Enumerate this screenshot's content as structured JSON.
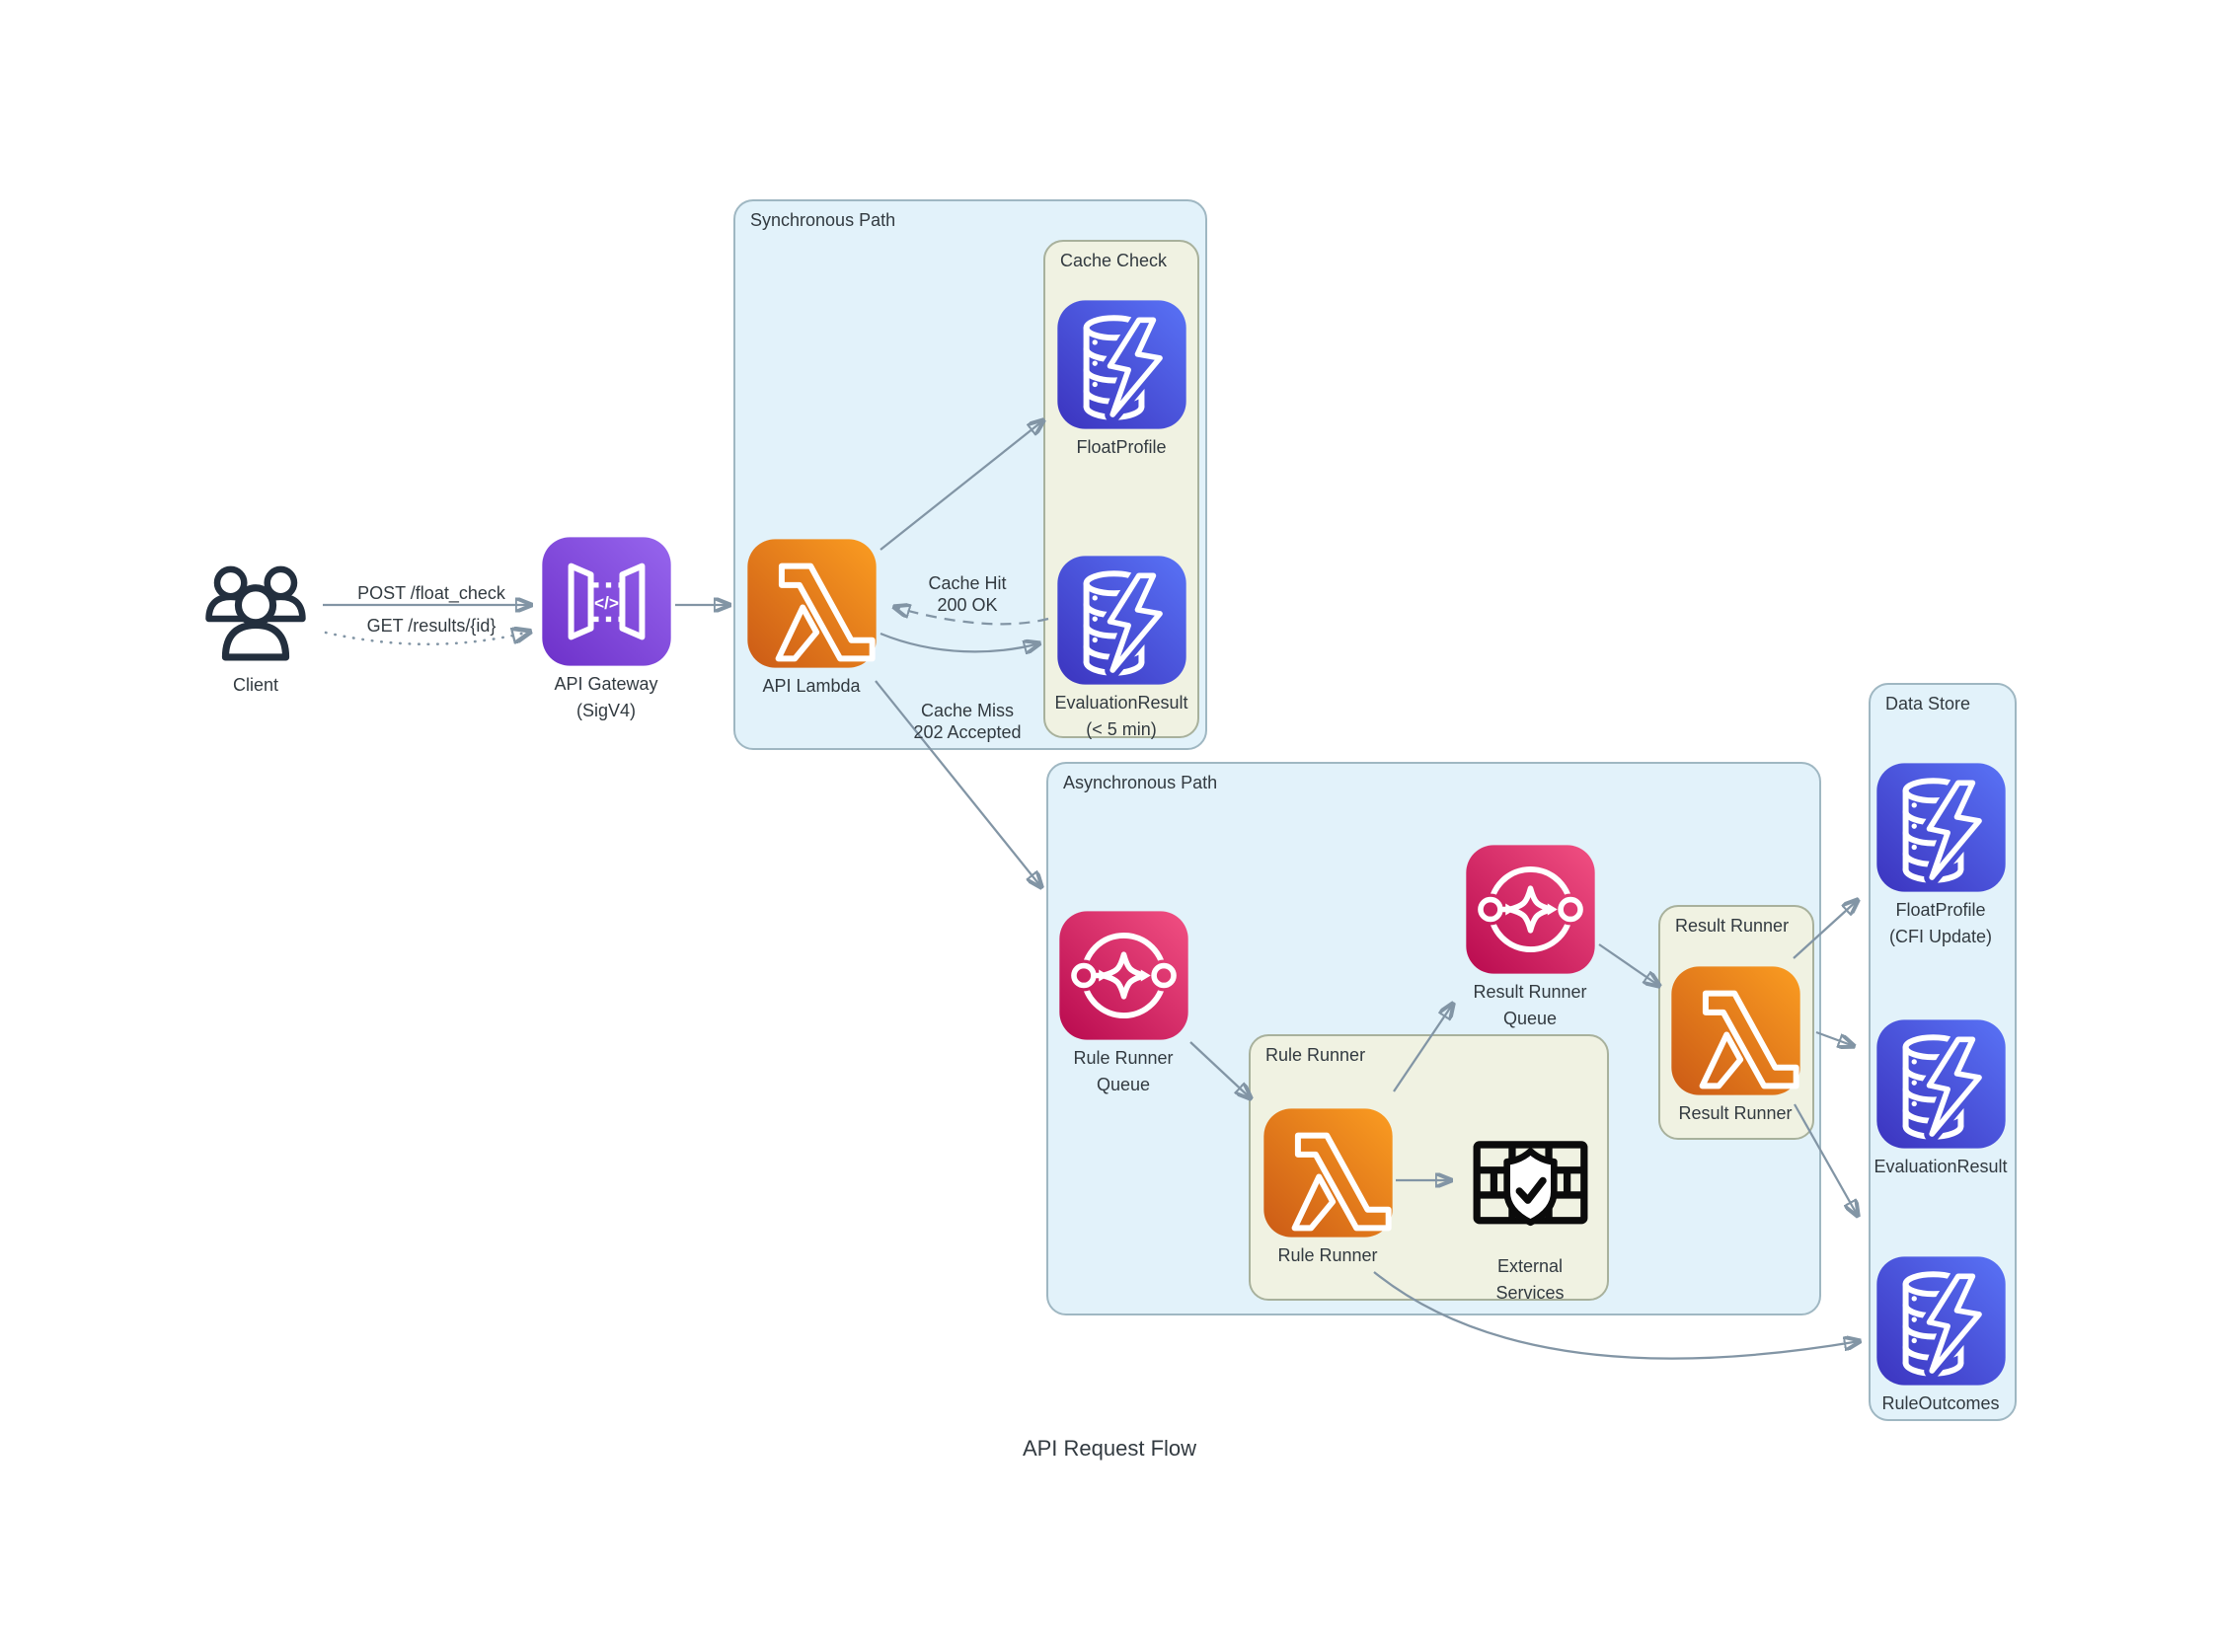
{
  "title": "API Request Flow",
  "colors": {
    "lambda0": "#cb5a16",
    "lambda1": "#fb9d21",
    "dynamo0": "#3b33be",
    "dynamo1": "#5973f6",
    "sqs0": "#b8094e",
    "sqs1": "#f25183",
    "gateway0": "#6d30c9",
    "gateway1": "#9766ee",
    "zone_blue": "#e2f2fa",
    "zone_blue_border": "#9fb7c2",
    "zone_green": "#f0f2e2",
    "zone_green_border": "#a8b19c",
    "arrow": "#8295a5",
    "text": "#323a40",
    "client_ink": "#232f3e",
    "external_ink": "#0b0b0b"
  },
  "containers": {
    "synchronous": "Synchronous Path",
    "cache_check": "Cache Check",
    "asynchronous": "Asynchronous Path",
    "rule_runner": "Rule Runner",
    "result_runner": "Result Runner",
    "data_store": "Data Store"
  },
  "nodes": {
    "client": {
      "label": "Client",
      "icon": "users-icon"
    },
    "api_gateway": {
      "label": "API Gateway",
      "sublabel": "(SigV4)",
      "icon": "api-gateway-icon",
      "icon_glyph": "</>"
    },
    "api_lambda": {
      "label": "API Lambda",
      "icon": "aws-lambda-icon"
    },
    "cache_floatprofile": {
      "label": "FloatProfile",
      "icon": "dynamodb-table-icon"
    },
    "cache_evaluationresult": {
      "label": "EvaluationResult",
      "sublabel": "(< 5 min)",
      "icon": "dynamodb-table-icon"
    },
    "rule_runner_queue": {
      "label": "Rule Runner",
      "sublabel": "Queue",
      "icon": "sqs-queue-icon"
    },
    "rule_runner_lambda": {
      "label": "Rule Runner",
      "icon": "aws-lambda-icon"
    },
    "external_services": {
      "label": "External",
      "sublabel": "Services",
      "icon": "firewall-shield-icon"
    },
    "result_runner_queue": {
      "label": "Result Runner",
      "sublabel": "Queue",
      "icon": "sqs-queue-icon"
    },
    "result_runner_lambda": {
      "label": "Result Runner",
      "icon": "aws-lambda-icon"
    },
    "ds_floatprofile": {
      "label": "FloatProfile",
      "sublabel": "(CFI Update)",
      "icon": "dynamodb-table-icon"
    },
    "ds_evaluationresult": {
      "label": "EvaluationResult",
      "icon": "dynamodb-table-icon"
    },
    "ds_ruleoutcomes": {
      "label": "RuleOutcomes",
      "icon": "dynamodb-table-icon"
    }
  },
  "edge_labels": {
    "post": "POST /float_check",
    "get": "GET /results/{id}",
    "cache_hit_1": "Cache Hit",
    "cache_hit_2": "200 OK",
    "cache_miss_1": "Cache Miss",
    "cache_miss_2": "202 Accepted"
  },
  "edges": [
    {
      "from": "client",
      "to": "api_gateway",
      "label": "POST /float_check",
      "style": "solid"
    },
    {
      "from": "client",
      "to": "api_gateway",
      "label": "GET /results/{id}",
      "style": "dotted"
    },
    {
      "from": "api_gateway",
      "to": "api_lambda",
      "label": "",
      "style": "solid"
    },
    {
      "from": "api_lambda",
      "to": "cache_floatprofile",
      "label": "",
      "style": "solid"
    },
    {
      "from": "cache_evaluationresult",
      "to": "api_lambda",
      "label": "Cache Hit 200 OK",
      "style": "dashed"
    },
    {
      "from": "api_lambda",
      "to": "cache_evaluationresult",
      "label": "",
      "style": "solid"
    },
    {
      "from": "api_lambda",
      "to": "rule_runner_queue",
      "label": "Cache Miss 202 Accepted",
      "style": "solid"
    },
    {
      "from": "rule_runner_queue",
      "to": "rule_runner_lambda",
      "label": "",
      "style": "solid"
    },
    {
      "from": "rule_runner_lambda",
      "to": "external_services",
      "label": "",
      "style": "solid"
    },
    {
      "from": "rule_runner_lambda",
      "to": "result_runner_queue",
      "label": "",
      "style": "solid"
    },
    {
      "from": "result_runner_queue",
      "to": "result_runner_lambda",
      "label": "",
      "style": "solid"
    },
    {
      "from": "result_runner_lambda",
      "to": "ds_floatprofile",
      "label": "",
      "style": "solid"
    },
    {
      "from": "result_runner_lambda",
      "to": "ds_evaluationresult",
      "label": "",
      "style": "solid"
    },
    {
      "from": "result_runner_lambda",
      "to": "ds_ruleoutcomes",
      "label": "",
      "style": "solid"
    },
    {
      "from": "rule_runner_lambda",
      "to": "ds_ruleoutcomes",
      "label": "",
      "style": "solid"
    }
  ]
}
